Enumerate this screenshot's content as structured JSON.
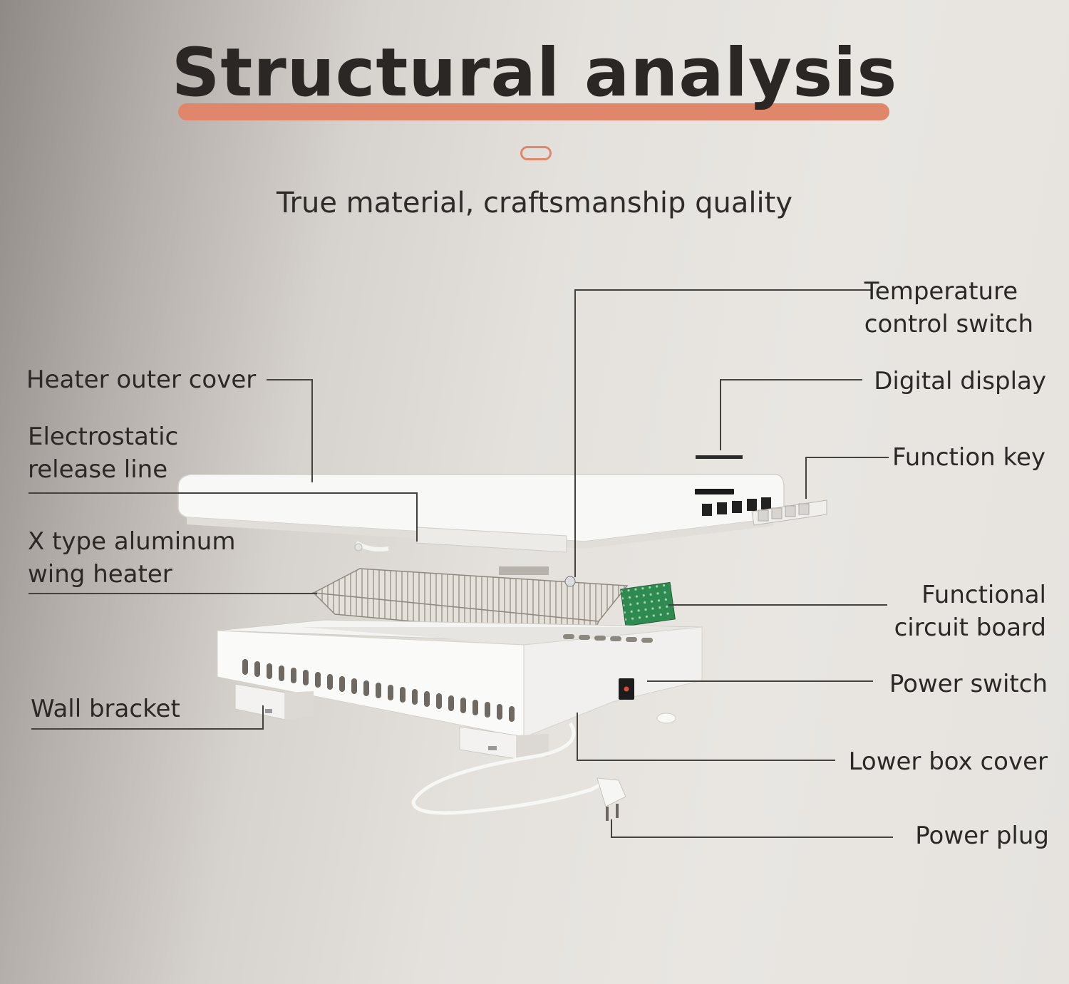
{
  "title": "Structural analysis",
  "subtitle": "True material, craftsmanship quality",
  "accent_color": "#e0876b",
  "labels": {
    "heater_outer_cover": "Heater outer cover",
    "electrostatic_release_line": "Electrostatic\nrelease line",
    "x_type_heater": "X type aluminum\nwing heater",
    "wall_bracket": "Wall bracket",
    "temperature_control_switch": "Temperature\ncontrol switch",
    "digital_display": "Digital display",
    "function_key": "Function key",
    "functional_circuit_board": "Functional\ncircuit board",
    "power_switch": "Power switch",
    "lower_box_cover": "Lower box cover",
    "power_plug": "Power plug"
  }
}
